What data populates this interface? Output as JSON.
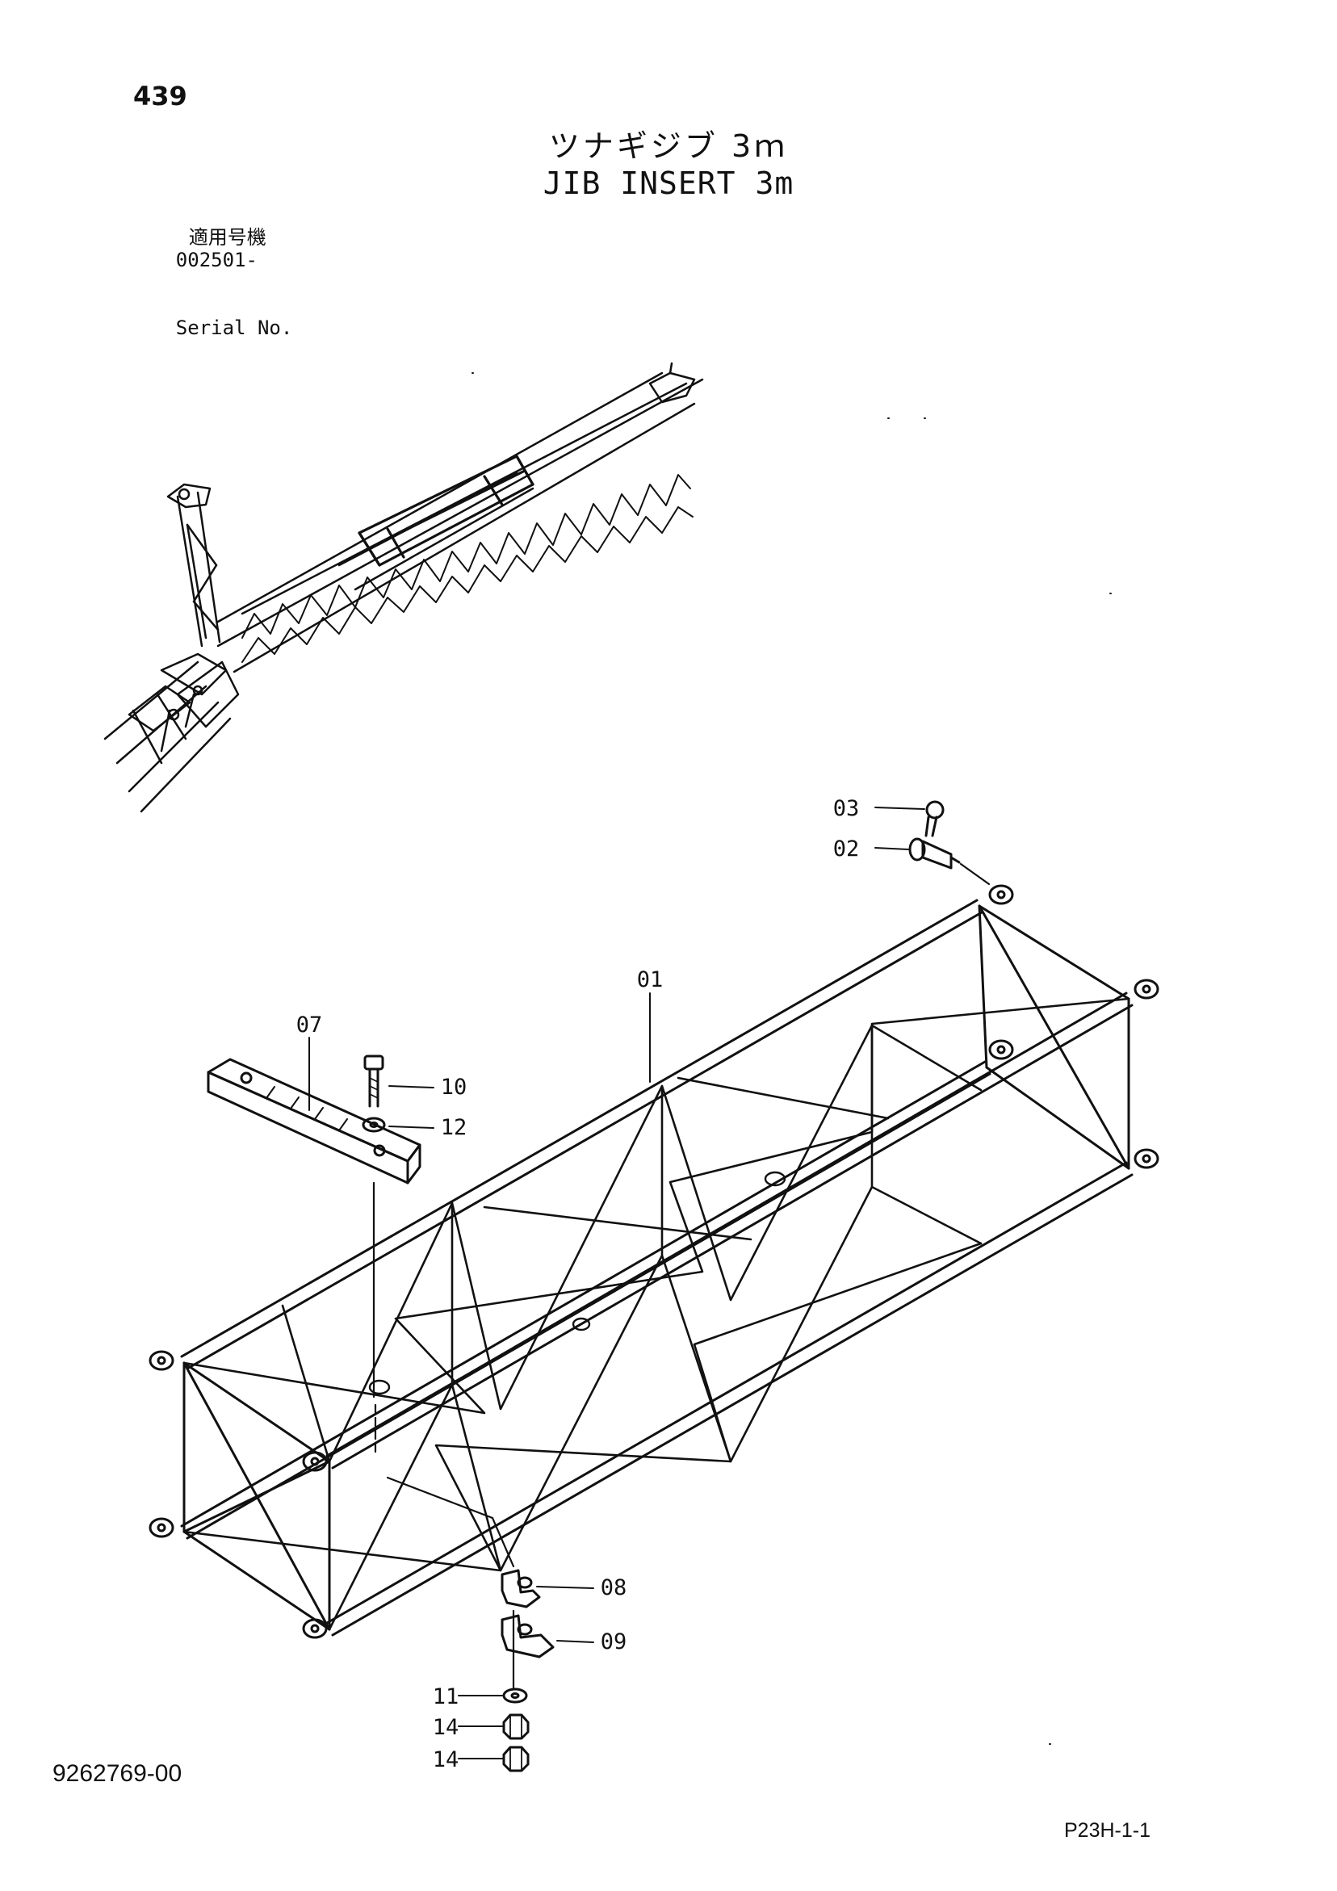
{
  "header": {
    "page_number": "439",
    "title_jp": "ツナギジブ 3ｍ",
    "title_en": "JIB INSERT 3m",
    "serial_label_jp": "適用号機",
    "serial_value": "002501-",
    "serial_label_en": "Serial No."
  },
  "parts": [
    {
      "no": "01",
      "name": "jib insert frame"
    },
    {
      "no": "02",
      "name": "pin"
    },
    {
      "no": "03",
      "name": "ring pin"
    },
    {
      "no": "07",
      "name": "pad"
    },
    {
      "no": "08",
      "name": "clamp"
    },
    {
      "no": "09",
      "name": "clamp"
    },
    {
      "no": "10",
      "name": "bolt"
    },
    {
      "no": "11",
      "name": "washer"
    },
    {
      "no": "12",
      "name": "washer"
    },
    {
      "no": "14",
      "name": "nut"
    }
  ],
  "callouts": {
    "c03": "03",
    "c02": "02",
    "c01": "01",
    "c07": "07",
    "c10": "10",
    "c12": "12",
    "c08": "08",
    "c09": "09",
    "c11": "11",
    "c14a": "14",
    "c14b": "14"
  },
  "footer": {
    "doc_number": "9262769-00",
    "sheet_code": "P23H-1-1"
  }
}
